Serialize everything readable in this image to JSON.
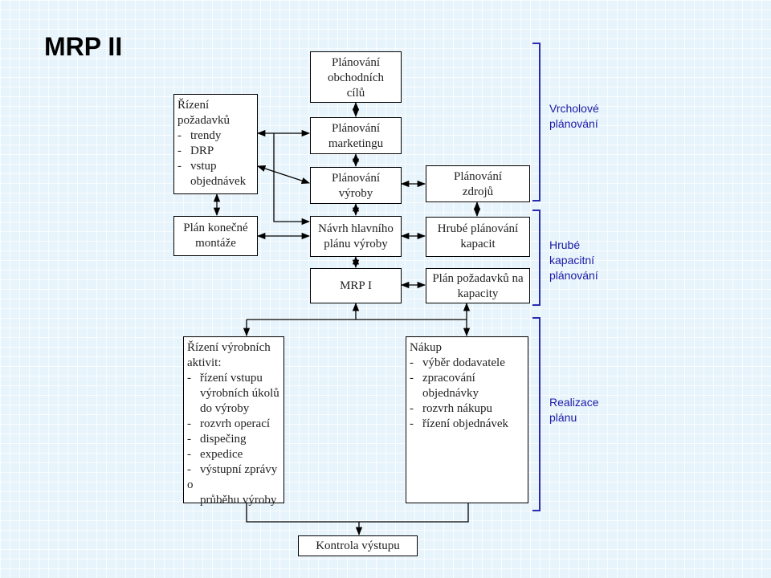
{
  "title": "MRP II",
  "boxes": {
    "rizeni_pozadavku": {
      "heading": [
        "Řízení",
        "požadavků"
      ],
      "items": [
        [
          "trendy"
        ],
        [
          "DRP"
        ],
        [
          "vstup",
          "objednávek"
        ]
      ]
    },
    "planovani_obchodnich_cilu": [
      "Plánování",
      "obchodních",
      "cílů"
    ],
    "planovani_marketingu": [
      "Plánování",
      "marketingu"
    ],
    "planovani_vyroby": [
      "Plánování",
      "výroby"
    ],
    "planovani_zdroju": [
      "Plánování",
      "zdrojů"
    ],
    "plan_konecne_montaze": [
      "Plán konečné",
      "montáže"
    ],
    "navrh_hlavniho_planu": [
      "Návrh hlavního",
      "plánu výroby"
    ],
    "hrube_planovani_kapacit": [
      "Hrubé plánování",
      "kapacit"
    ],
    "mrp_i": "MRP I",
    "plan_pozadavku_na_kapacity": [
      "Plán požadavků na",
      "kapacity"
    ],
    "rizeni_vyrobnich_aktivit": {
      "heading": [
        "Řízení výrobních",
        "aktivit:"
      ],
      "items": [
        [
          "řízení vstupu",
          "výrobních úkolů",
          "do výroby"
        ],
        [
          "rozvrh operací"
        ],
        [
          "dispečing"
        ],
        [
          "expedice"
        ],
        [
          "výstupní zprávy o",
          "průběhu výroby"
        ]
      ]
    },
    "nakup": {
      "heading": [
        "Nákup"
      ],
      "items": [
        [
          "výběr dodavatele"
        ],
        [
          "zpracování",
          "objednávky"
        ],
        [
          "rozvrh nákupu"
        ],
        [
          "řízení objednávek"
        ]
      ]
    },
    "kontrola_vystupu": "Kontrola výstupu"
  },
  "dash": "-",
  "side_labels": {
    "vrcholove": [
      "Vrcholové",
      "plánování"
    ],
    "hrube_kapacitni": [
      "Hrubé",
      "kapacitní",
      "plánování"
    ],
    "realizace": [
      "Realizace",
      "plánu"
    ]
  },
  "colors": {
    "label_blue": "#1a1aa8",
    "bracket_blue": "#2b2bb0",
    "line": "#000000"
  }
}
